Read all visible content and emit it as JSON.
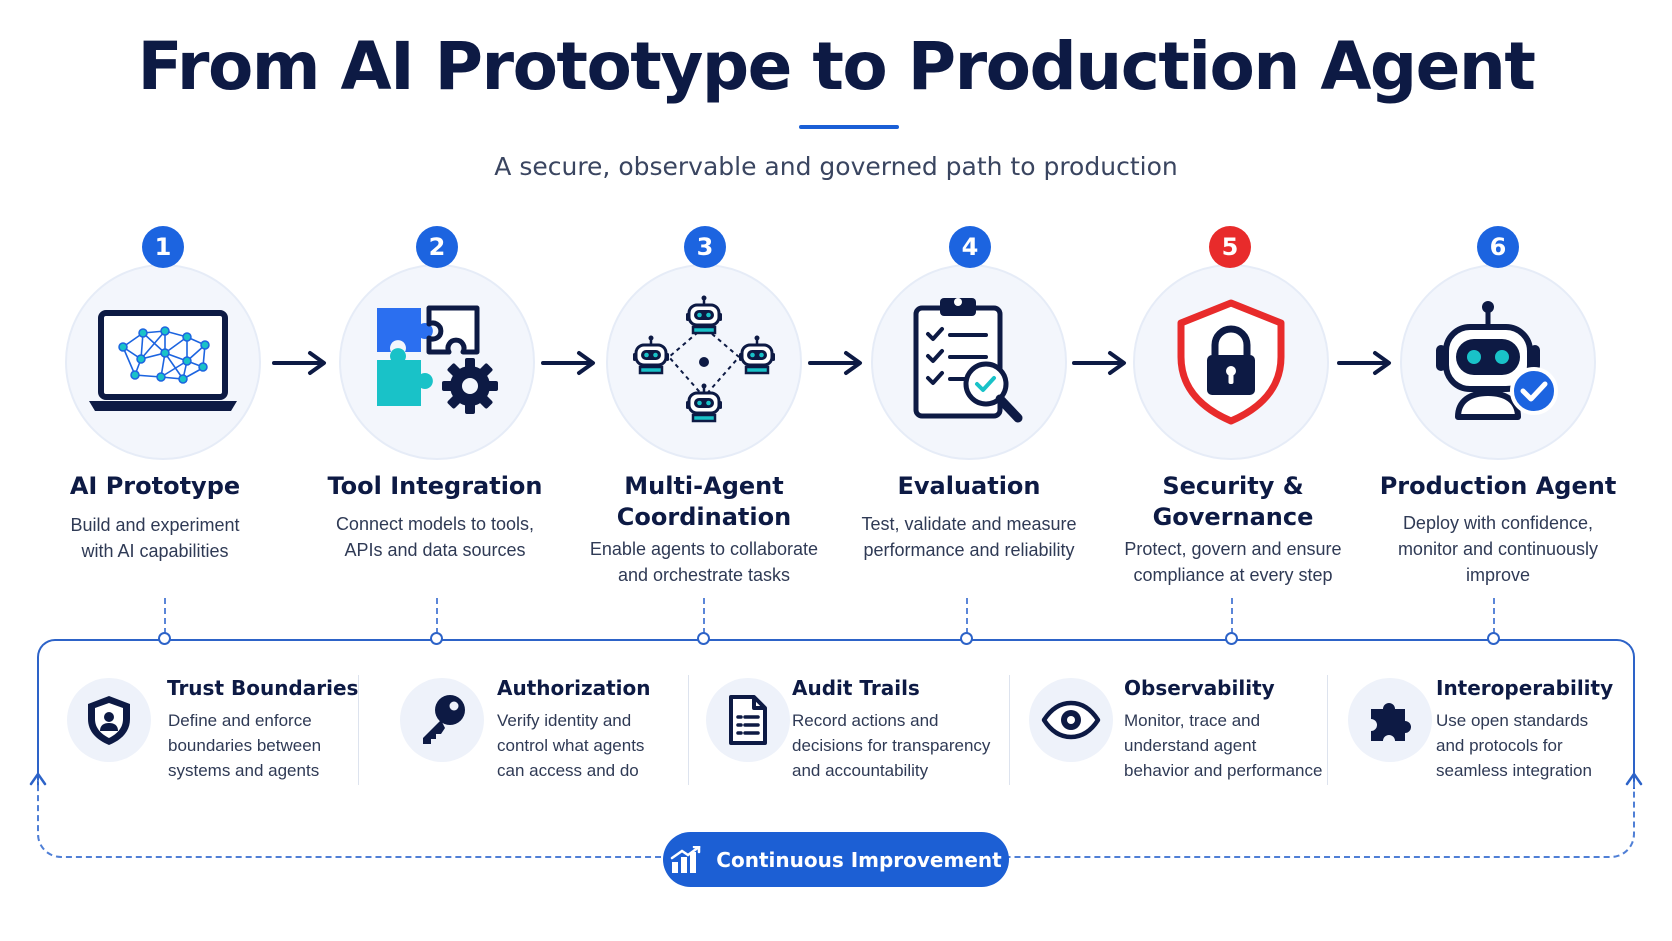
{
  "header": {
    "title": "From AI Prototype to Production Agent",
    "subtitle": "A secure, observable and governed path to production"
  },
  "steps": [
    {
      "number": "1",
      "title_lines": [
        "AI Prototype"
      ],
      "desc_lines": [
        "Build and experiment",
        "with AI capabilities"
      ],
      "icon": "laptop-neural-network-icon"
    },
    {
      "number": "2",
      "title_lines": [
        "Tool Integration"
      ],
      "desc_lines": [
        "Connect models to tools,",
        "APIs and data sources"
      ],
      "icon": "puzzle-gear-icon"
    },
    {
      "number": "3",
      "title_lines": [
        "Multi-Agent",
        "Coordination"
      ],
      "desc_lines": [
        "Enable agents to collaborate",
        "and orchestrate tasks"
      ],
      "icon": "robot-network-icon"
    },
    {
      "number": "4",
      "title_lines": [
        "Evaluation"
      ],
      "desc_lines": [
        "Test, validate and measure",
        "performance and reliability"
      ],
      "icon": "clipboard-magnifier-icon"
    },
    {
      "number": "5",
      "title_lines": [
        "Security &",
        "Governance"
      ],
      "desc_lines": [
        "Protect, govern and ensure",
        "compliance at every step"
      ],
      "icon": "shield-lock-icon"
    },
    {
      "number": "6",
      "title_lines": [
        "Production Agent"
      ],
      "desc_lines": [
        "Deploy with confidence,",
        "monitor and continuously",
        "improve"
      ],
      "icon": "robot-check-icon"
    }
  ],
  "features": [
    {
      "title": "Trust Boundaries",
      "desc_lines": [
        "Define and enforce",
        "boundaries between",
        "systems and agents"
      ],
      "icon": "shield-user-icon"
    },
    {
      "title": "Authorization",
      "desc_lines": [
        "Verify identity and",
        "control what agents",
        "can access and do"
      ],
      "icon": "key-icon"
    },
    {
      "title": "Audit Trails",
      "desc_lines": [
        "Record actions and",
        "decisions for transparency",
        "and accountability"
      ],
      "icon": "document-icon"
    },
    {
      "title": "Observability",
      "desc_lines": [
        "Monitor, trace and",
        "understand agent",
        "behavior and performance"
      ],
      "icon": "eye-icon"
    },
    {
      "title": "Interoperability",
      "desc_lines": [
        "Use open standards",
        "and protocols for",
        "seamless integration"
      ],
      "icon": "puzzle-piece-icon"
    }
  ],
  "footer": {
    "pill_label": "Continuous Improvement",
    "pill_icon": "bar-chart-icon"
  },
  "colors": {
    "navy": "#0d1a44",
    "blue": "#1c64e0",
    "red": "#e82b2b",
    "teal": "#19c2c8"
  }
}
